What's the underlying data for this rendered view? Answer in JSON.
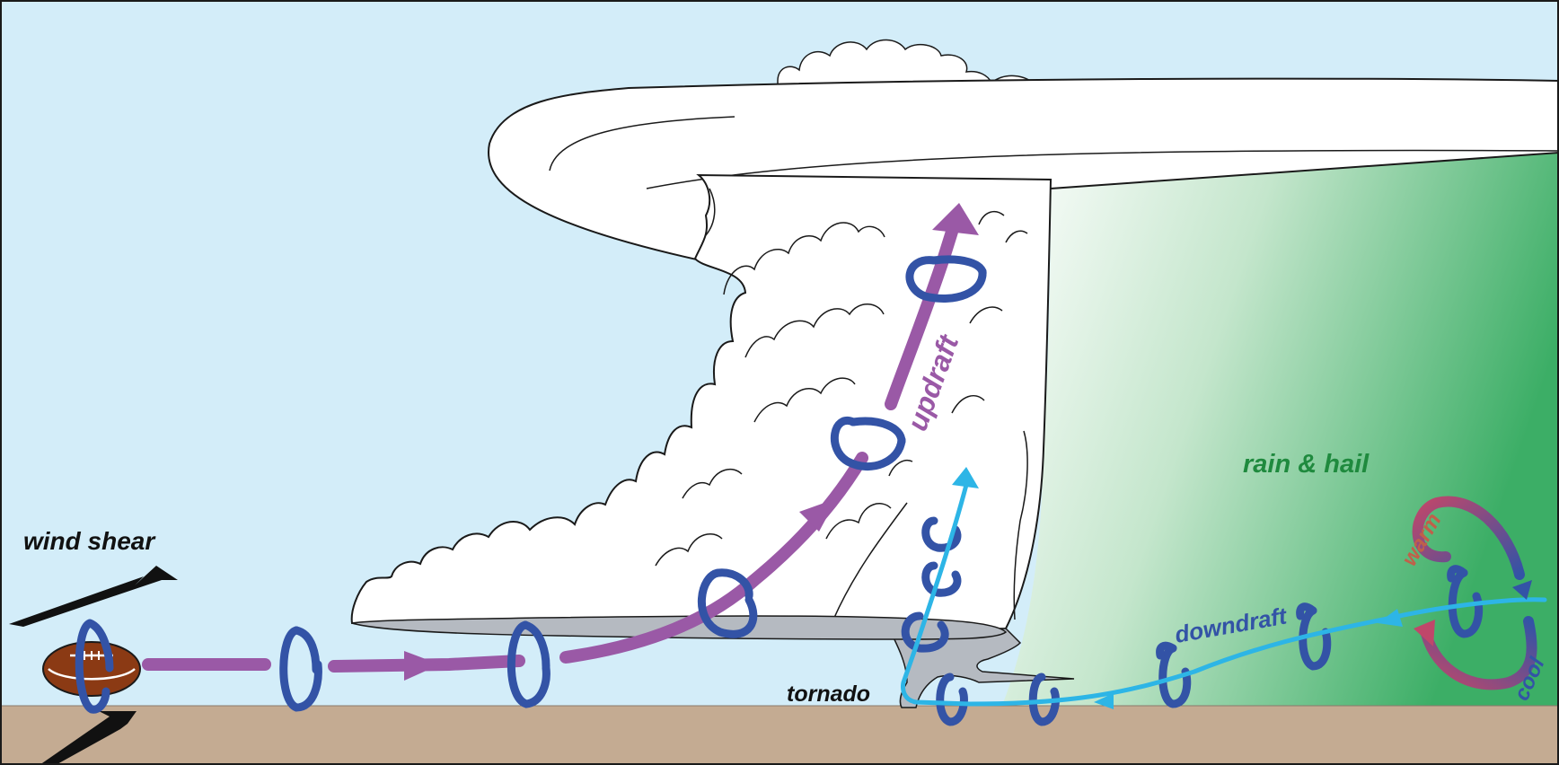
{
  "labels": {
    "wind_shear": "wind shear",
    "updraft": "updraft",
    "rain_hail": "rain & hail",
    "tornado": "tornado",
    "downdraft": "downdraft",
    "warm": "warm",
    "cool": "cool"
  },
  "colors": {
    "sky": "#d3edf9",
    "ground": "#c4ab92",
    "cloud": "#ffffff",
    "cloud_base": "#b5bac1",
    "updraft": "#9a59a6",
    "rotation": "#3353a6",
    "downdraft": "#2db5e6",
    "rain_green": "#3cae66",
    "warm": "#c0476a",
    "label_green": "#1f8a3e",
    "label_warm": "#c0604a",
    "label_rotation": "#3353a6",
    "text_dark": "#111111"
  }
}
